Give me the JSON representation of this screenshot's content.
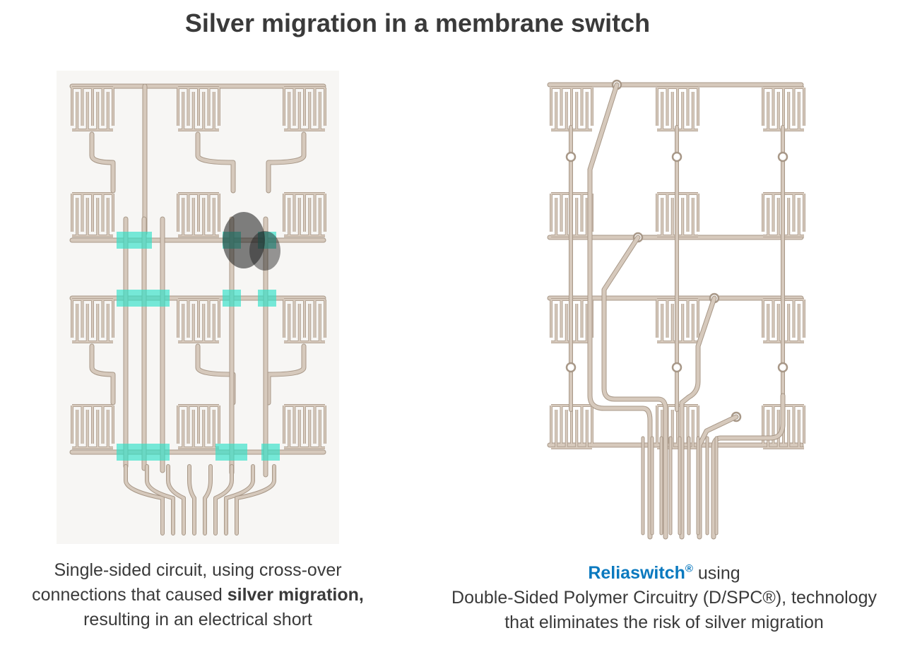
{
  "title": "Silver migration in a membrane switch",
  "left": {
    "caption_line1": "Single-sided circuit, using cross-over",
    "caption_line2_prefix": "connections that caused ",
    "caption_line2_bold": "silver migration,",
    "caption_line3": "resulting in an electrical short"
  },
  "right": {
    "brand": "Reliaswitch",
    "brand_mark": "®",
    "brand_suffix": " using",
    "caption_line2": "Double-Sided Polymer Circuitry (D/SPC®), technology",
    "caption_line3": "that eliminates the risk of silver migration"
  },
  "colors": {
    "trace": "#d6c9bc",
    "trace_outline": "#a89888",
    "crossover": "#2fe0c8",
    "burn": "#1a1a1a",
    "brand": "#0a79bf",
    "text": "#3a3a3a"
  }
}
